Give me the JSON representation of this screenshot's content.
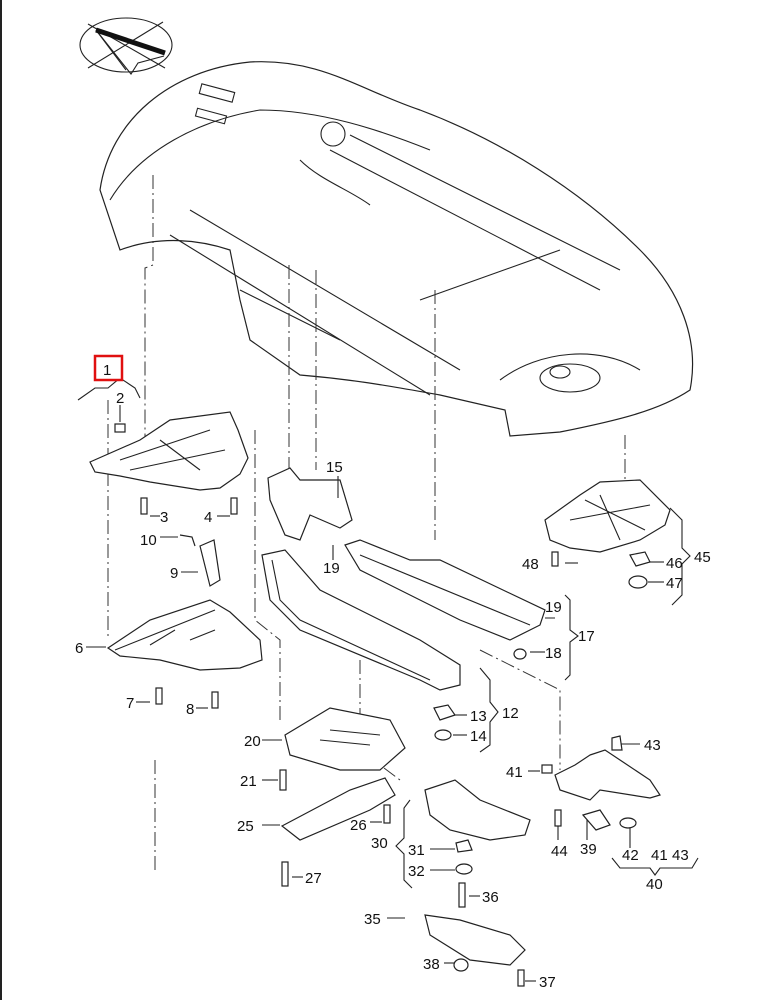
{
  "diagram": {
    "type": "exploded-parts-diagram",
    "subject": "vehicle underbody / underbody protection panels",
    "highlight_color": "#e01010",
    "orientation_icon": "view-direction-icon",
    "highlighted_callout": "1",
    "callouts": [
      {
        "id": "c1",
        "label": "1"
      },
      {
        "id": "c2",
        "label": "2"
      },
      {
        "id": "c3",
        "label": "3"
      },
      {
        "id": "c4",
        "label": "4"
      },
      {
        "id": "c6",
        "label": "6"
      },
      {
        "id": "c7",
        "label": "7"
      },
      {
        "id": "c8",
        "label": "8"
      },
      {
        "id": "c9",
        "label": "9"
      },
      {
        "id": "c10",
        "label": "10"
      },
      {
        "id": "c12",
        "label": "12"
      },
      {
        "id": "c13",
        "label": "13"
      },
      {
        "id": "c14",
        "label": "14"
      },
      {
        "id": "c15",
        "label": "15"
      },
      {
        "id": "c17",
        "label": "17"
      },
      {
        "id": "c18",
        "label": "18"
      },
      {
        "id": "c19a",
        "label": "19"
      },
      {
        "id": "c19b",
        "label": "19"
      },
      {
        "id": "c20",
        "label": "20"
      },
      {
        "id": "c21",
        "label": "21"
      },
      {
        "id": "c25",
        "label": "25"
      },
      {
        "id": "c26",
        "label": "26"
      },
      {
        "id": "c27",
        "label": "27"
      },
      {
        "id": "c30",
        "label": "30"
      },
      {
        "id": "c31",
        "label": "31"
      },
      {
        "id": "c32",
        "label": "32"
      },
      {
        "id": "c35",
        "label": "35"
      },
      {
        "id": "c36",
        "label": "36"
      },
      {
        "id": "c37",
        "label": "37"
      },
      {
        "id": "c38",
        "label": "38"
      },
      {
        "id": "c39",
        "label": "39"
      },
      {
        "id": "c40",
        "label": "40"
      },
      {
        "id": "c41a",
        "label": "41"
      },
      {
        "id": "c41b",
        "label": "41"
      },
      {
        "id": "c42",
        "label": "42"
      },
      {
        "id": "c43a",
        "label": "43"
      },
      {
        "id": "c43b",
        "label": "43"
      },
      {
        "id": "c44",
        "label": "44"
      },
      {
        "id": "c45",
        "label": "45"
      },
      {
        "id": "c46",
        "label": "46"
      },
      {
        "id": "c47",
        "label": "47"
      },
      {
        "id": "c48",
        "label": "48"
      }
    ]
  }
}
